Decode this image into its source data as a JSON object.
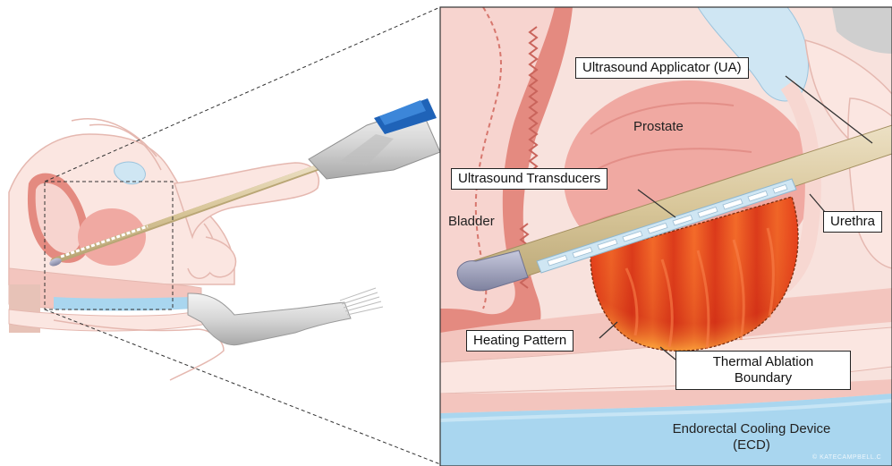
{
  "labels": {
    "ultrasound_applicator": "Ultrasound Applicator (UA)",
    "prostate": "Prostate",
    "ultrasound_transducers": "Ultrasound Transducers",
    "bladder": "Bladder",
    "urethra": "Urethra",
    "heating_pattern": "Heating Pattern",
    "thermal_ablation_line1": "Thermal Ablation",
    "thermal_ablation_line2": "Boundary",
    "ecd_line1": "Endorectal Cooling Device",
    "ecd_line2": "(ECD)"
  },
  "watermark": "© KATECAMPBELL.C",
  "colors": {
    "tissue_pink": "#f3c5be",
    "bladder_red": "#e48a80",
    "prostate": "#f0a9a2",
    "cooling_blue": "#a9d6ef",
    "applicator_tan": "#d9c9a3",
    "heating_orange": "#e8401c",
    "handle_blue": "#1f63b8"
  }
}
